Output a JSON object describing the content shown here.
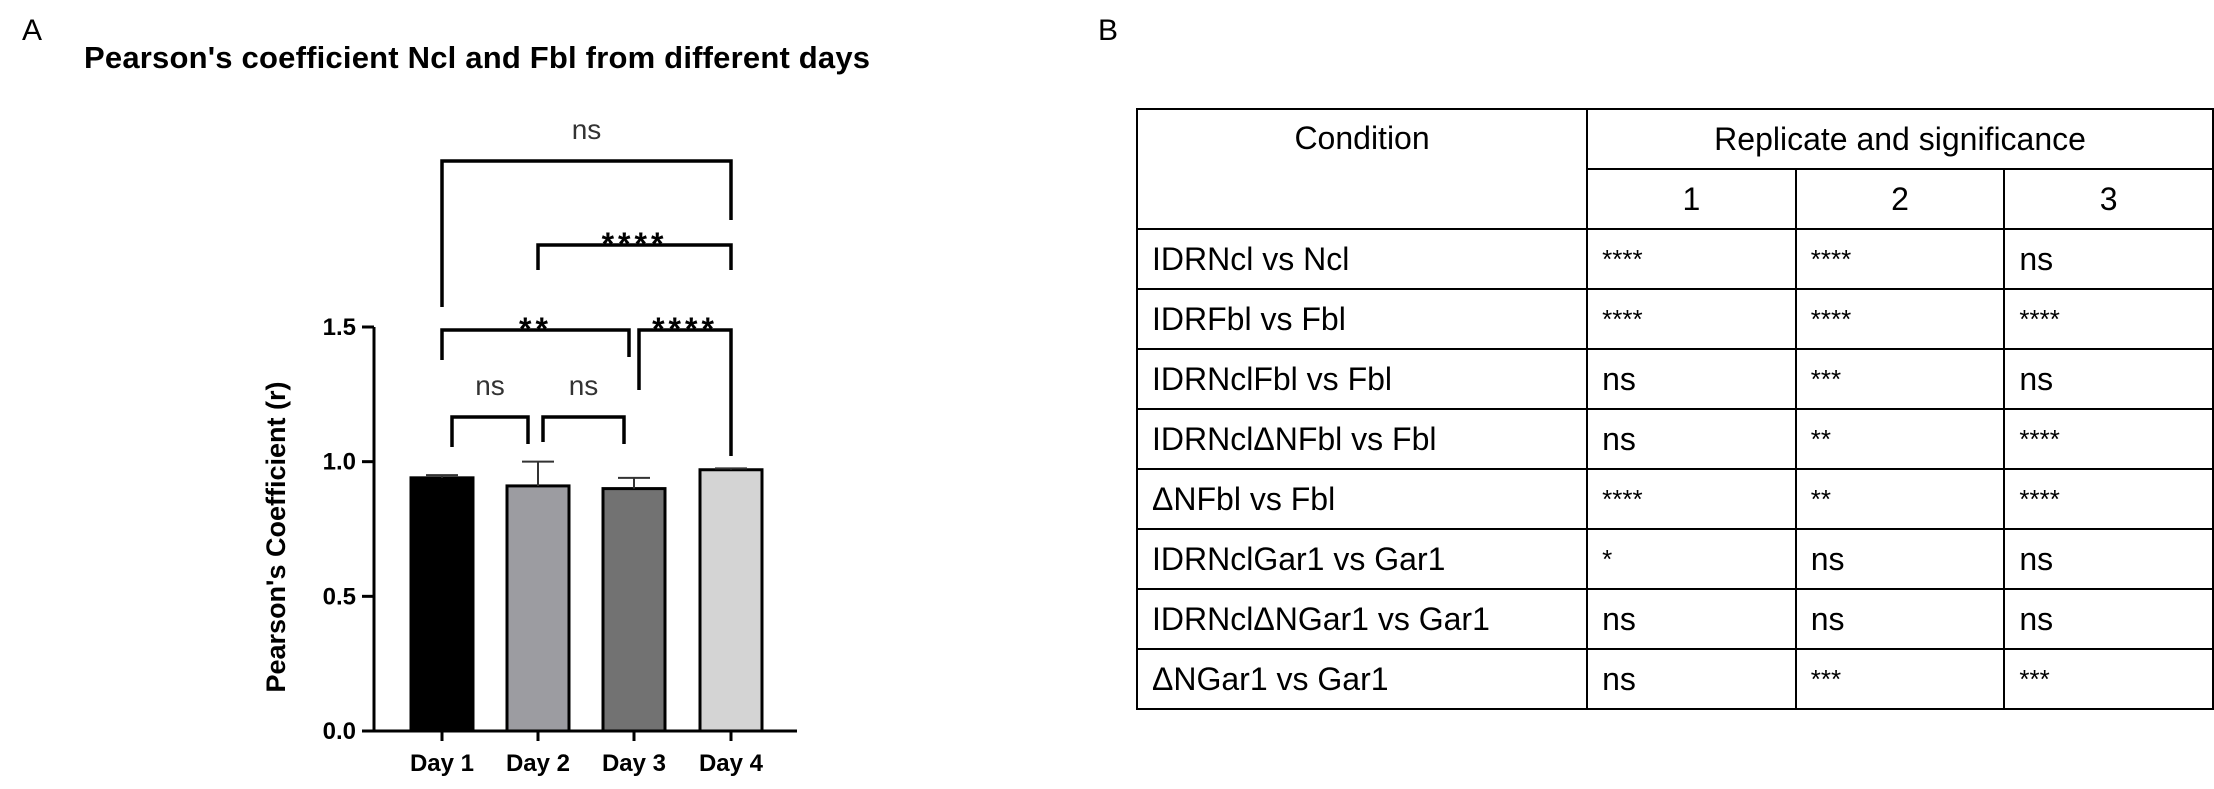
{
  "panels": {
    "a": "A",
    "b": "B"
  },
  "chart_data": {
    "type": "bar",
    "title": "Pearson's coefficient Ncl and Fbl from different days",
    "ylabel": "Pearson's Coefficient (r)",
    "xlabel": "",
    "categories": [
      "Day 1",
      "Day 2",
      "Day 3",
      "Day 4"
    ],
    "values": [
      0.94,
      0.91,
      0.9,
      0.97
    ],
    "errors": [
      0.01,
      0.09,
      0.04,
      0.005
    ],
    "bar_colors": [
      "#000000",
      "#9c9ca1",
      "#727272",
      "#d4d4d4"
    ],
    "ylim": [
      0,
      1.5
    ],
    "yticks": [
      0.0,
      0.5,
      1.0,
      1.5
    ],
    "ytick_labels": [
      "0.0",
      "0.5",
      "1.0",
      "1.5"
    ],
    "comparisons": [
      {
        "from": 0,
        "to": 1,
        "label": "ns"
      },
      {
        "from": 1,
        "to": 2,
        "label": "ns"
      },
      {
        "from": 0,
        "to": 2,
        "label": "**"
      },
      {
        "from": 2,
        "to": 3,
        "label": "****"
      },
      {
        "from": 1,
        "to": 3,
        "label": "****"
      },
      {
        "from": 0,
        "to": 3,
        "label": "ns"
      }
    ],
    "grid": false
  },
  "table": {
    "header_condition": "Condition",
    "header_group": "Replicate and significance",
    "replicates": [
      "1",
      "2",
      "3"
    ],
    "rows": [
      {
        "condition": "IDRNcl vs Ncl",
        "values": [
          "****",
          "****",
          "ns"
        ]
      },
      {
        "condition": "IDRFbl vs Fbl",
        "values": [
          "****",
          "****",
          "****"
        ]
      },
      {
        "condition": "IDRNclFbl vs Fbl",
        "values": [
          "ns",
          "***",
          "ns"
        ]
      },
      {
        "condition": "IDRNclΔNFbl vs Fbl",
        "values": [
          "ns",
          "**",
          "****"
        ]
      },
      {
        "condition": "ΔNFbl vs Fbl",
        "values": [
          "****",
          "**",
          "****"
        ]
      },
      {
        "condition": "IDRNclGar1 vs Gar1",
        "values": [
          "*",
          "ns",
          "ns"
        ]
      },
      {
        "condition": "IDRNclΔNGar1 vs Gar1",
        "values": [
          "ns",
          "ns",
          "ns"
        ]
      },
      {
        "condition": "ΔNGar1 vs Gar1",
        "values": [
          "ns",
          "***",
          "***"
        ]
      }
    ]
  }
}
